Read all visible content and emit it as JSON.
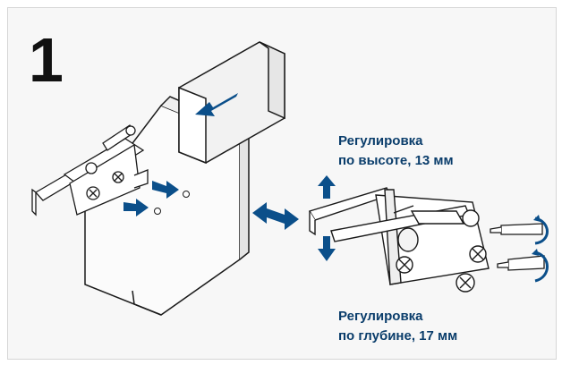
{
  "step_number": "1",
  "height_adjustment": {
    "line1": "Регулировка",
    "line2": "по высоте, 13 мм"
  },
  "depth_adjustment": {
    "line1": "Регулировка",
    "line2": "по глубине, 17 мм"
  },
  "colors": {
    "arrow_blue": "#0b4f8a",
    "label_blue": "#0a3d6b",
    "outline": "#1a1a1a",
    "panel_bg": "#f7f7f7"
  }
}
